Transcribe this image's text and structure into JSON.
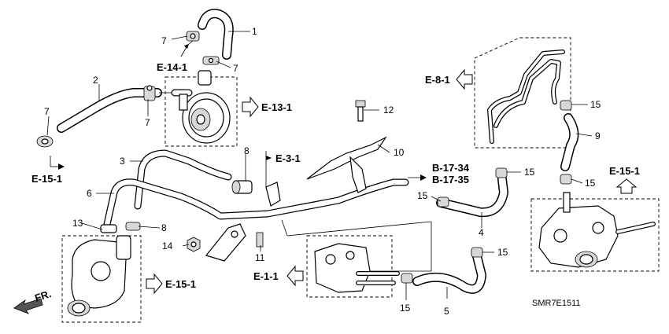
{
  "callouts": {
    "p1": "1",
    "p2": "2",
    "p3": "3",
    "p4": "4",
    "p5": "5",
    "p6": "6",
    "p7a": "7",
    "p7b": "7",
    "p7c": "7",
    "p7d": "7",
    "p8a": "8",
    "p8b": "8",
    "p9": "9",
    "p10": "10",
    "p11": "11",
    "p12": "12",
    "p13": "13",
    "p14": "14",
    "p15a": "15",
    "p15b": "15",
    "p15c": "15",
    "p15d": "15",
    "p15e": "15",
    "p15f": "15"
  },
  "references": {
    "e14_1": "E-14-1",
    "e13_1": "E-13-1",
    "e15_1_left": "E-15-1",
    "e3_1": "E-3-1",
    "e8_1": "E-8-1",
    "b17_34": "B-17-34",
    "b17_35": "B-17-35",
    "e15_1_right": "E-15-1",
    "e15_1_bottom": "E-15-1",
    "e1_1": "E-1-1"
  },
  "front_label": "FR.",
  "diagram_code": "SMR7E1511"
}
